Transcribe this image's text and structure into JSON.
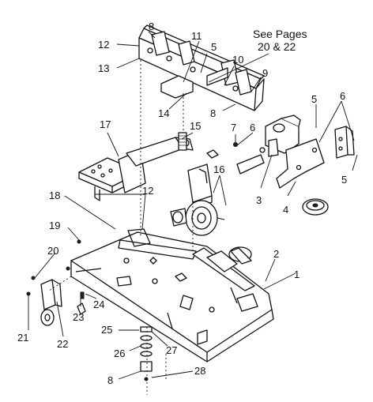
{
  "see_pages_note": {
    "line1": "See Pages",
    "line2": "20 & 22"
  },
  "callouts": [
    {
      "id": "c8a",
      "text": "8"
    },
    {
      "id": "c12a",
      "text": "12"
    },
    {
      "id": "c13",
      "text": "13"
    },
    {
      "id": "c11",
      "text": "11"
    },
    {
      "id": "c5a",
      "text": "5"
    },
    {
      "id": "c10",
      "text": "10"
    },
    {
      "id": "c9",
      "text": "9"
    },
    {
      "id": "c14",
      "text": "14"
    },
    {
      "id": "c8b",
      "text": "8"
    },
    {
      "id": "c5b",
      "text": "5"
    },
    {
      "id": "c6a",
      "text": "6"
    },
    {
      "id": "c17",
      "text": "17"
    },
    {
      "id": "c15",
      "text": "15"
    },
    {
      "id": "c7",
      "text": "7"
    },
    {
      "id": "c6b",
      "text": "6"
    },
    {
      "id": "c16",
      "text": "16"
    },
    {
      "id": "c3",
      "text": "3"
    },
    {
      "id": "c4",
      "text": "4"
    },
    {
      "id": "c5c",
      "text": "5"
    },
    {
      "id": "c18",
      "text": "18"
    },
    {
      "id": "c12b",
      "text": "12"
    },
    {
      "id": "c19",
      "text": "19"
    },
    {
      "id": "c20",
      "text": "20"
    },
    {
      "id": "c2",
      "text": "2"
    },
    {
      "id": "c1",
      "text": "1"
    },
    {
      "id": "c24",
      "text": "24"
    },
    {
      "id": "c23",
      "text": "23"
    },
    {
      "id": "c21",
      "text": "21"
    },
    {
      "id": "c22",
      "text": "22"
    },
    {
      "id": "c25",
      "text": "25"
    },
    {
      "id": "c26",
      "text": "26"
    },
    {
      "id": "c27",
      "text": "27"
    },
    {
      "id": "c8c",
      "text": "8"
    },
    {
      "id": "c28",
      "text": "28"
    }
  ]
}
